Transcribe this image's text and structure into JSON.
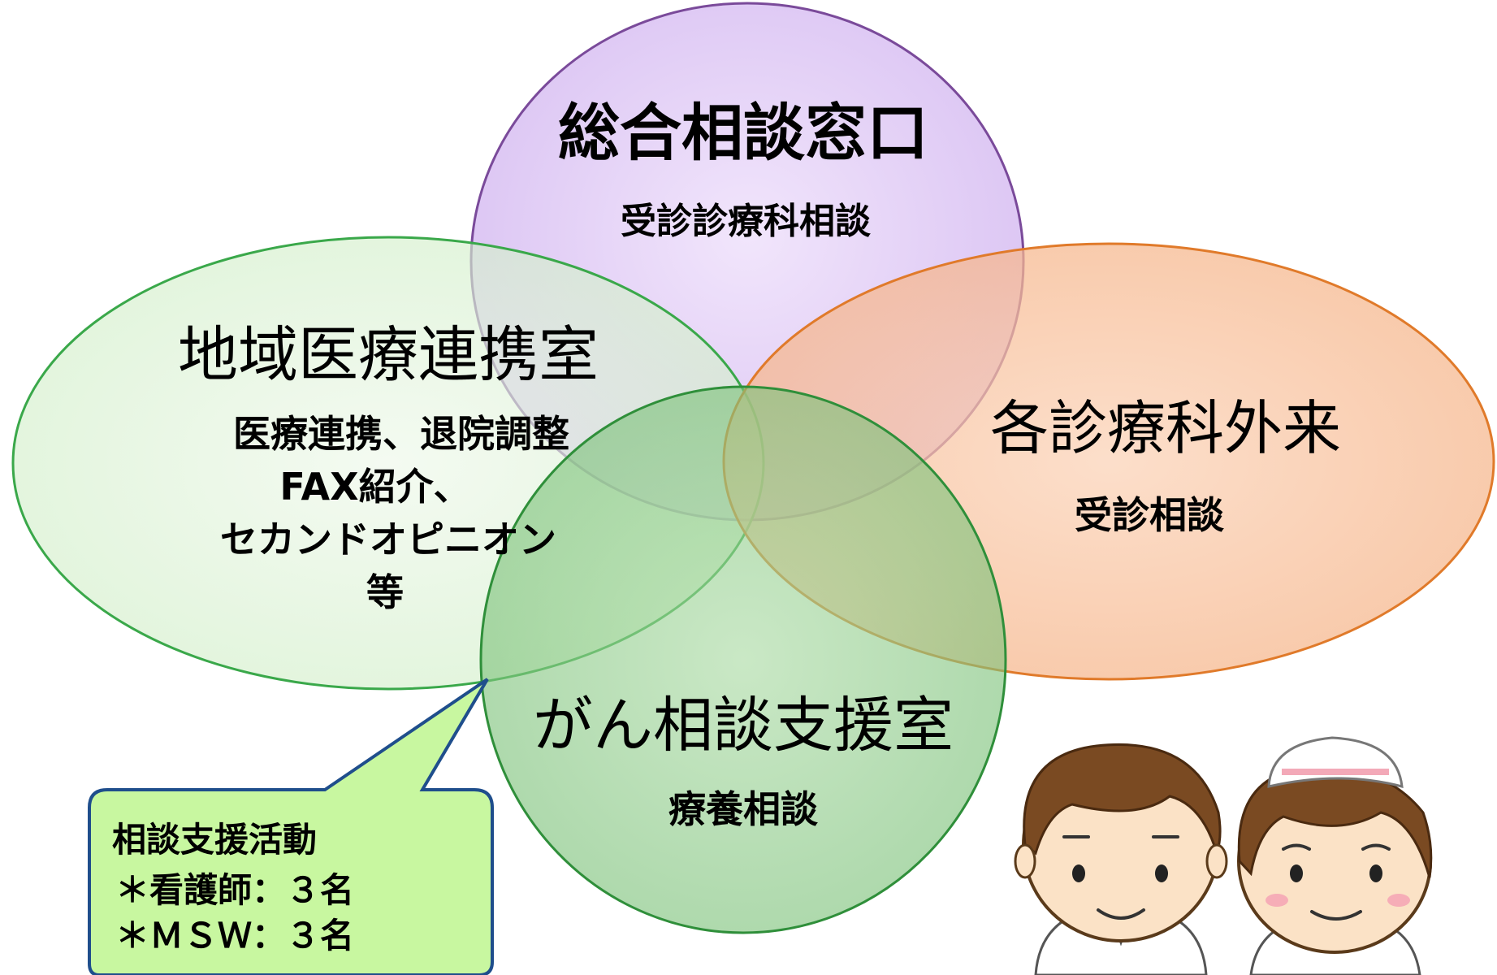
{
  "circles": {
    "general": {
      "title": "総合相談窓口",
      "lines": [
        "受診診療科相談"
      ],
      "fill": "#dcc4f4",
      "stroke": "#7a4a9a"
    },
    "regional": {
      "title": "地域医療連携室",
      "lines": [
        "医療連携、退院調整",
        "FAX紹介、",
        "セカンドオピニオン",
        "等"
      ],
      "fill": "#d6f0cf",
      "stroke": "#3aa84a"
    },
    "outpatient": {
      "title": "各診療科外来",
      "lines": [
        "受診相談"
      ],
      "fill": "#f7b98f",
      "stroke": "#e07a2a"
    },
    "cancer": {
      "title": "がん相談支援室",
      "lines": [
        "療養相談"
      ],
      "fill": "#7cc27a",
      "stroke": "#2f8f3a"
    }
  },
  "callout": {
    "title": "相談支援活動",
    "lines": [
      "＊看護師：３名",
      "＊ＭＳＷ：３名"
    ],
    "fill": "#c8f7a0",
    "stroke": "#1f4e8c"
  },
  "illustration": {
    "figures": [
      "staff-figure",
      "nurse-figure"
    ]
  }
}
